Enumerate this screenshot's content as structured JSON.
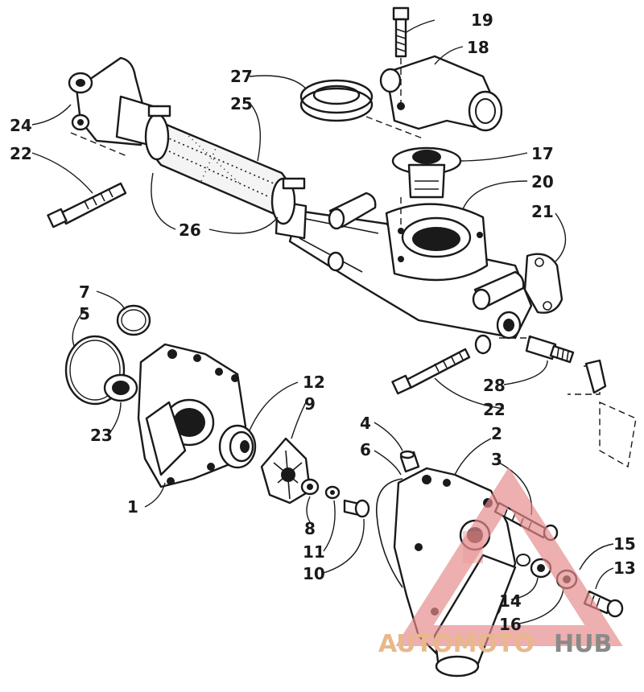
{
  "watermark": {
    "part1": "AUTOMOTO",
    "part2": "HUB"
  },
  "callouts": [
    "1",
    "2",
    "3",
    "4",
    "5",
    "6",
    "7",
    "8",
    "9",
    "10",
    "11",
    "12",
    "13",
    "14",
    "15",
    "16",
    "17",
    "18",
    "19",
    "20",
    "21",
    "22",
    "22",
    "23",
    "24",
    "25",
    "26",
    "27",
    "28"
  ]
}
